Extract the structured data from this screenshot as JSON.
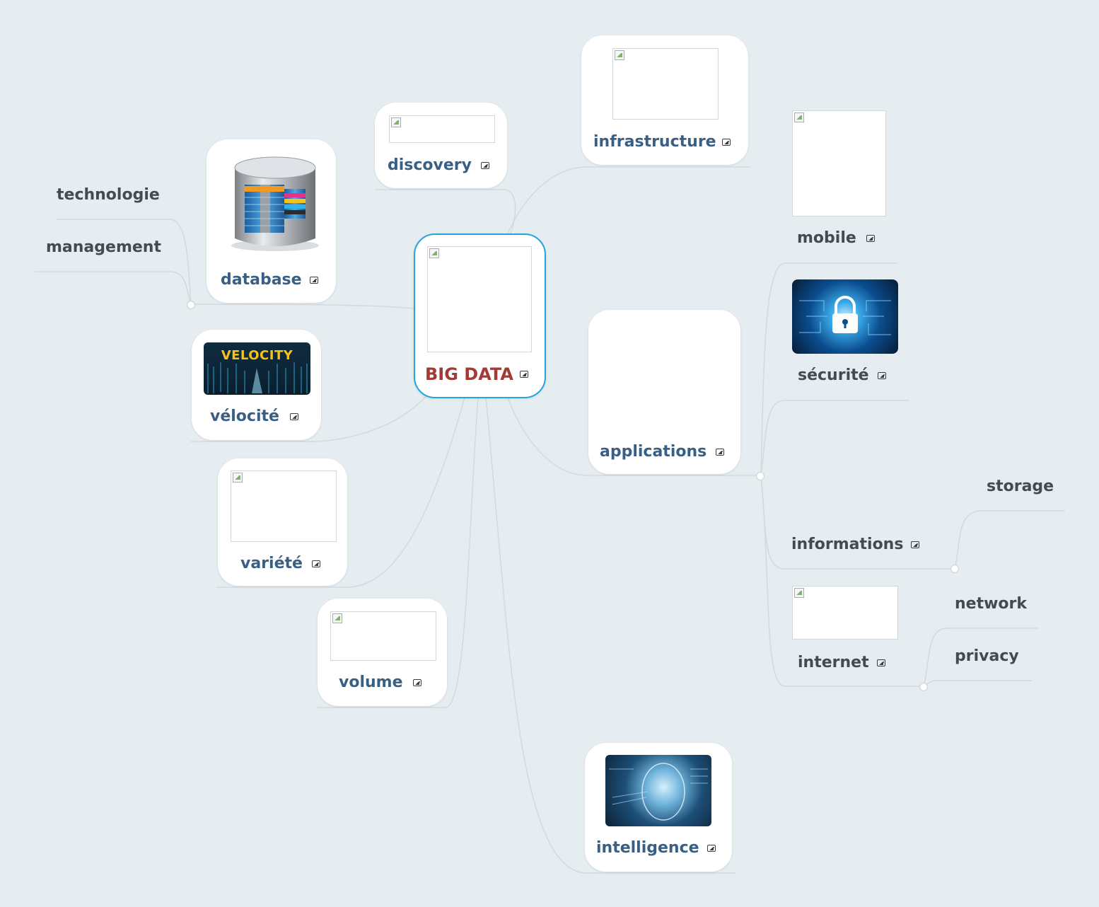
{
  "central": {
    "title": "BIG DATA"
  },
  "topics": {
    "infrastructure": "infrastructure",
    "discovery": "discovery",
    "database": "database",
    "velocite": "vélocité",
    "variete": "variété",
    "volume": "volume",
    "applications": "applications",
    "intelligence": "intelligence"
  },
  "subtopics": {
    "technologie": "technologie",
    "management": "management",
    "mobile": "mobile",
    "securite": "sécurité",
    "informations": "informations",
    "storage": "storage",
    "internet": "internet",
    "network": "network",
    "privacy": "privacy"
  },
  "images": {
    "velocity_banner_text": "VELOCITY"
  },
  "colors": {
    "background": "#e6edf1",
    "central_border": "#27a3e0",
    "central_text": "#a23b35",
    "topic_text": "#3a5f85",
    "subtopic_text": "#434a53",
    "connector": "#d3d9dd"
  },
  "icons": {
    "topic_attachment": "image-icon",
    "missing_image": "broken-image-icon"
  }
}
